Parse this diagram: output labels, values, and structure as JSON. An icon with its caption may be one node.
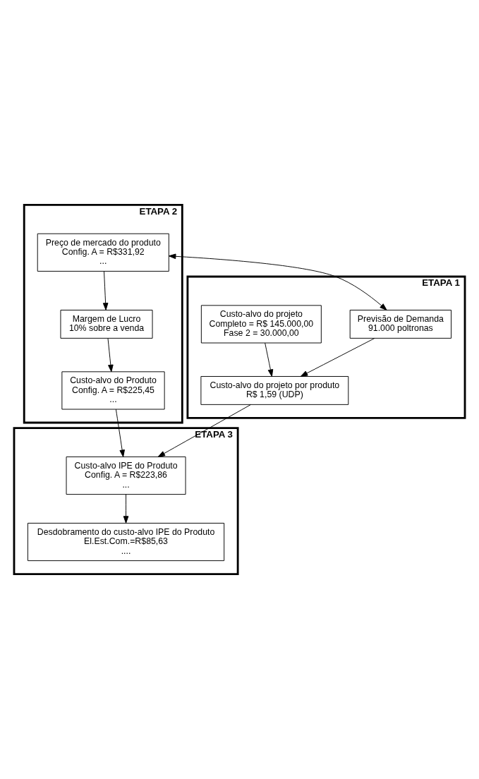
{
  "diagram": {
    "nodes": [
      {
        "text": [
          "ETAPA 1"
        ]
      },
      {
        "text": [
          "Previsão de Demanda",
          "91.000 poltronas"
        ],
        "in": 0
      },
      {
        "text": [
          "Custo-alvo do projeto por produto",
          "R$ 1,59 (UDP)"
        ],
        "in": 0
      },
      {
        "text": [
          "Custo-alvo do projeto",
          "Completo = R$ 145.000,00",
          "Fase 2 = 30.000,00"
        ],
        "in": 0
      },
      {
        "text": [
          "ETAPA 2"
        ]
      },
      {
        "text": [
          "Preço de mercado do produto",
          "Config. A = R$331,92",
          "..."
        ],
        "in": 4
      },
      {
        "text": [
          "Margem de Lucro",
          "10% sobre a venda"
        ],
        "in": 4
      },
      {
        "text": [
          "Custo-alvo do Produto",
          "Config. A = R$225,45",
          "..."
        ],
        "in": 4
      },
      {
        "text": [
          "ETAPA 3"
        ]
      },
      {
        "text": [
          "Custo-alvo IPE do Produto",
          "Config. A = R$223,86",
          "..."
        ],
        "in": 8
      },
      {
        "text": [
          "Desdobramento do custo-alvo IPE do Produto",
          "El.Est.Com.=R$85,63",
          "...."
        ],
        "in": 8
      }
    ],
    "edges": [
      {
        "from": 1,
        "to": 5,
        "arrow": "both"
      },
      {
        "from": 1,
        "to": 2,
        "arrow": "to"
      },
      {
        "from": 3,
        "to": 2,
        "arrow": "to"
      },
      {
        "from": 5,
        "to": 6,
        "arrow": "to"
      },
      {
        "from": 6,
        "to": 7,
        "arrow": "to"
      },
      {
        "from": 7,
        "to": 9,
        "arrow": "to"
      },
      {
        "from": 2,
        "to": 9,
        "arrow": "to"
      },
      {
        "from": 9,
        "to": 10,
        "arrow": "to"
      }
    ]
  }
}
